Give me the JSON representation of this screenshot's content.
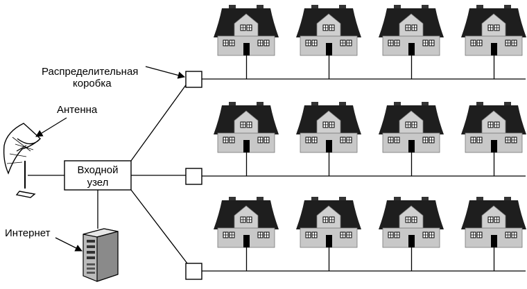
{
  "labels": {
    "box_line1": "Распределительная",
    "box_line2": "коробка",
    "antenna": "Антенна",
    "headend_line1": "Входной",
    "headend_line2": "узел",
    "internet": "Интернет"
  },
  "houses": {
    "rows": 3,
    "per_row": 4
  }
}
